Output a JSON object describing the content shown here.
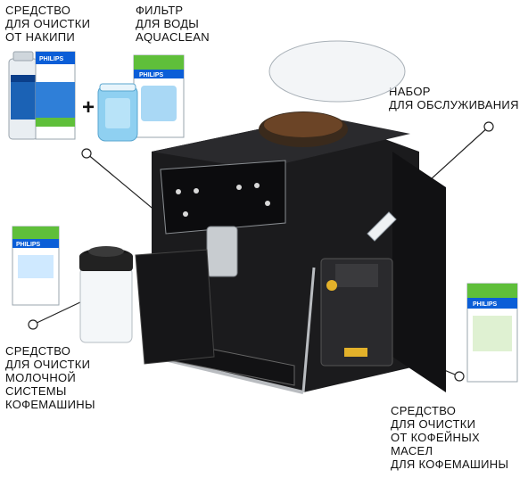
{
  "labels": {
    "descaler": "СРЕДСТВО\nДЛЯ ОЧИСТКИ\nОТ НАКИПИ",
    "water_filter": "ФИЛЬТР\nДЛЯ ВОДЫ\nAQUACLEAN",
    "maintenance_kit": "НАБОР\nДЛЯ ОБСЛУЖИВАНИЯ",
    "milk_cleaner": "СРЕДСТВО\nДЛЯ ОЧИСТКИ\nМОЛОЧНОЙ\nСИСТЕМЫ\nКОФЕМАШИНЫ",
    "oil_remover": "СРЕДСТВО\nДЛЯ ОЧИСТКИ\nОТ КОФЕЙНЫХ\nМАСЕЛ\nДЛЯ КОФЕМАШИНЫ"
  },
  "plus_sign": "+",
  "brand": "PHILIPS",
  "colors": {
    "brand_blue": "#0b5ed7",
    "box_green": "#5fbf3a",
    "machine_black": "#1b1b1d",
    "chrome": "#b9bcc0"
  }
}
